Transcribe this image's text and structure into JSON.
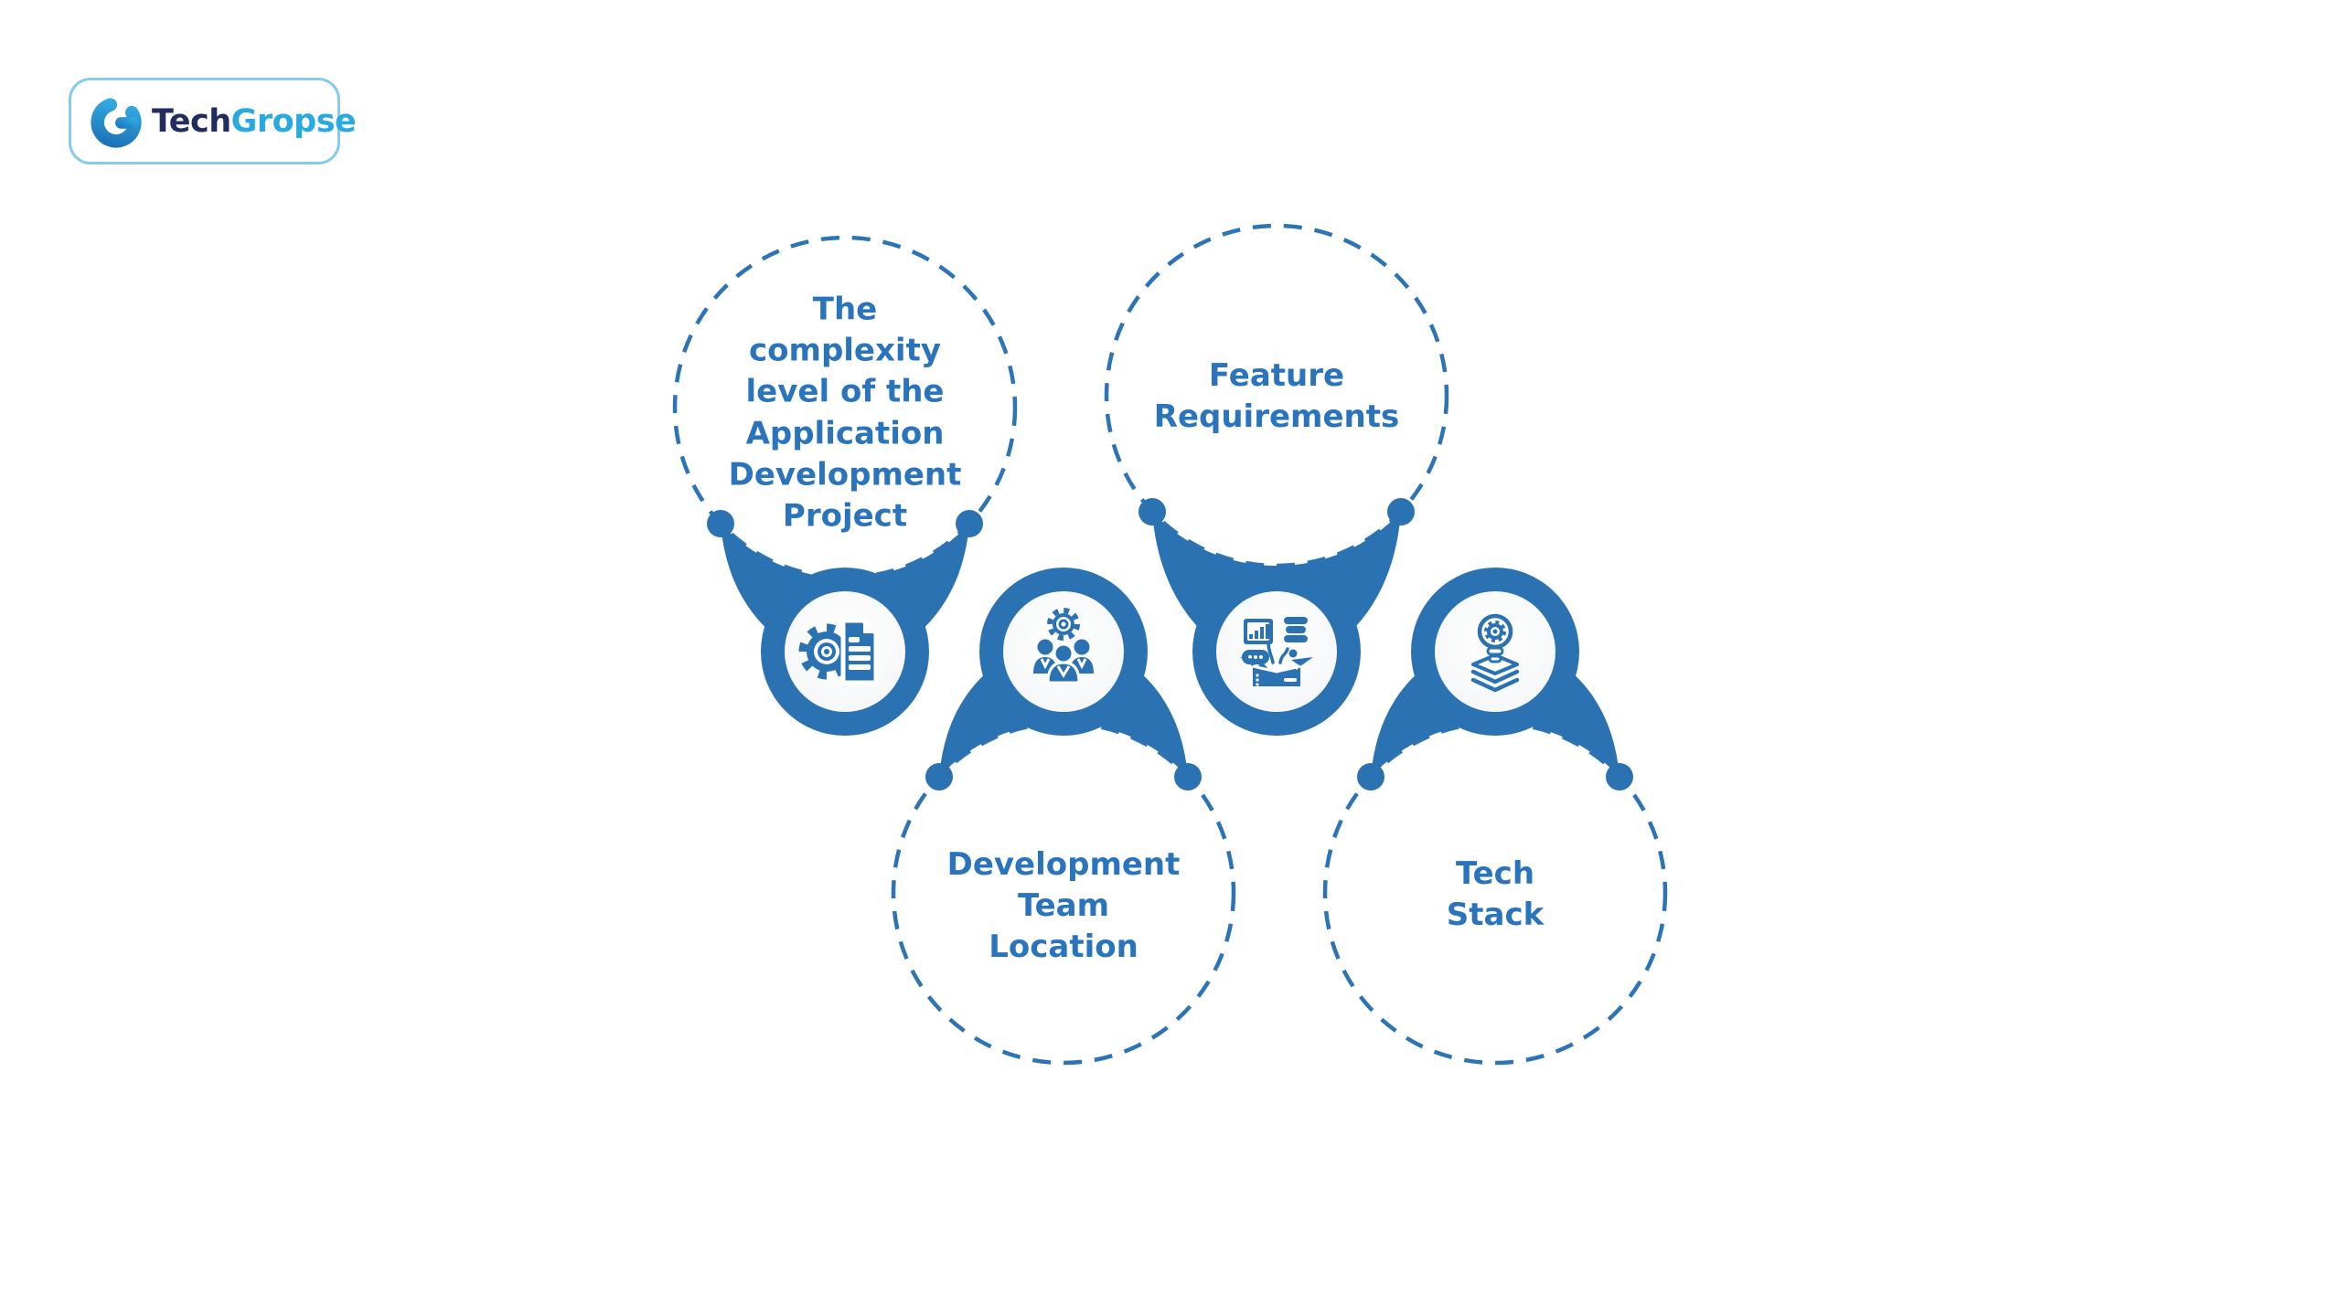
{
  "brand": {
    "logo_mark": "G",
    "logo_text_primary": "Tech",
    "logo_text_secondary": "Gropse"
  },
  "nodes": [
    {
      "id": "complexity-level",
      "label": "The complexity level of the Application Development Project",
      "icon": "gear-document-icon"
    },
    {
      "id": "feature-requirements",
      "label": "Feature Requirements",
      "icon": "feature-box-icon"
    },
    {
      "id": "team-location",
      "label": "Development Team Location",
      "icon": "team-gear-icon"
    },
    {
      "id": "tech-stack",
      "label": "Tech Stack",
      "icon": "bulb-layers-icon"
    }
  ],
  "colors": {
    "primary_blue": "#2B72B3",
    "label_blue": "#2A74BE",
    "logo_navy": "#232C60",
    "logo_sky": "#29A9E1",
    "logo_border": "#85CBEE",
    "background": "#FFFFFF"
  }
}
